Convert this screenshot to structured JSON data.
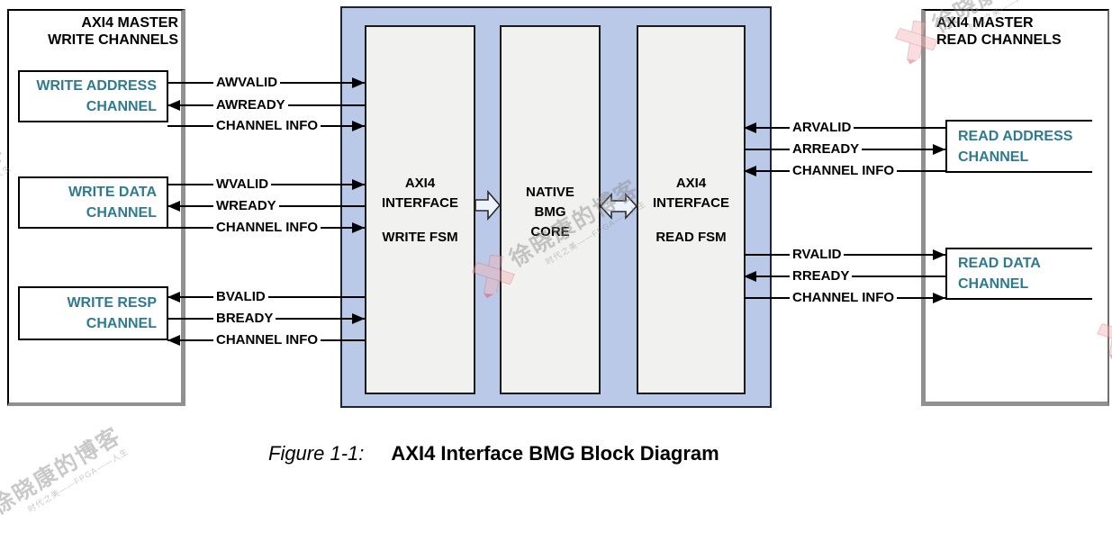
{
  "figure_caption": {
    "label": "Figure 1-1:",
    "title": "AXI4 Interface BMG Block Diagram"
  },
  "left_panel": {
    "title": [
      "AXI4 MASTER",
      "WRITE CHANNELS"
    ],
    "channels": [
      {
        "lines": [
          "WRITE ADDRESS",
          "CHANNEL"
        ]
      },
      {
        "lines": [
          "WRITE DATA",
          "CHANNEL"
        ]
      },
      {
        "lines": [
          "WRITE RESP",
          "CHANNEL"
        ]
      }
    ]
  },
  "right_panel": {
    "title": [
      "AXI4 MASTER",
      "READ CHANNELS"
    ],
    "channels": [
      {
        "lines": [
          "READ ADDRESS",
          "CHANNEL"
        ]
      },
      {
        "lines": [
          "READ DATA",
          "CHANNEL"
        ]
      }
    ]
  },
  "core": {
    "blocks": [
      {
        "lines": [
          "AXI4",
          "INTERFACE"
        ],
        "sub": "WRITE FSM"
      },
      {
        "lines": [
          "NATIVE",
          "BMG",
          "CORE"
        ],
        "sub": ""
      },
      {
        "lines": [
          "AXI4",
          "INTERFACE"
        ],
        "sub": "READ FSM"
      }
    ],
    "connector_left": "hollow-right-arrow",
    "connector_right": "hollow-double-arrow"
  },
  "signals": {
    "left": [
      {
        "label": "AWVALID",
        "direction": "to-core"
      },
      {
        "label": "AWREADY",
        "direction": "to-master"
      },
      {
        "label": "CHANNEL INFO",
        "direction": "to-core"
      },
      {
        "label": "WVALID",
        "direction": "to-core"
      },
      {
        "label": "WREADY",
        "direction": "to-master"
      },
      {
        "label": "CHANNEL INFO",
        "direction": "to-core"
      },
      {
        "label": "BVALID",
        "direction": "to-master"
      },
      {
        "label": "BREADY",
        "direction": "to-core"
      },
      {
        "label": "CHANNEL INFO",
        "direction": "to-master"
      }
    ],
    "right": [
      {
        "label": "ARVALID",
        "direction": "to-core"
      },
      {
        "label": "ARREADY",
        "direction": "to-master"
      },
      {
        "label": "CHANNEL INFO",
        "direction": "to-core"
      },
      {
        "label": "RVALID",
        "direction": "to-master"
      },
      {
        "label": "RREADY",
        "direction": "to-core"
      },
      {
        "label": "CHANNEL INFO",
        "direction": "to-master"
      }
    ]
  },
  "watermark": {
    "main_text": "徐晓康的博客",
    "sub_text": "时代之美——FPGA——人生",
    "logo": "pink-x-ribbon-logo"
  },
  "colors": {
    "channel_label": "#2E7B91",
    "core_fill": "#BAC9E8",
    "fsm_fill": "#F1F1EF",
    "panel_shadow": "#909090",
    "line": "#000000",
    "watermark_pink": "#F3B6BA",
    "watermark_gray": "#8A8A8A"
  }
}
